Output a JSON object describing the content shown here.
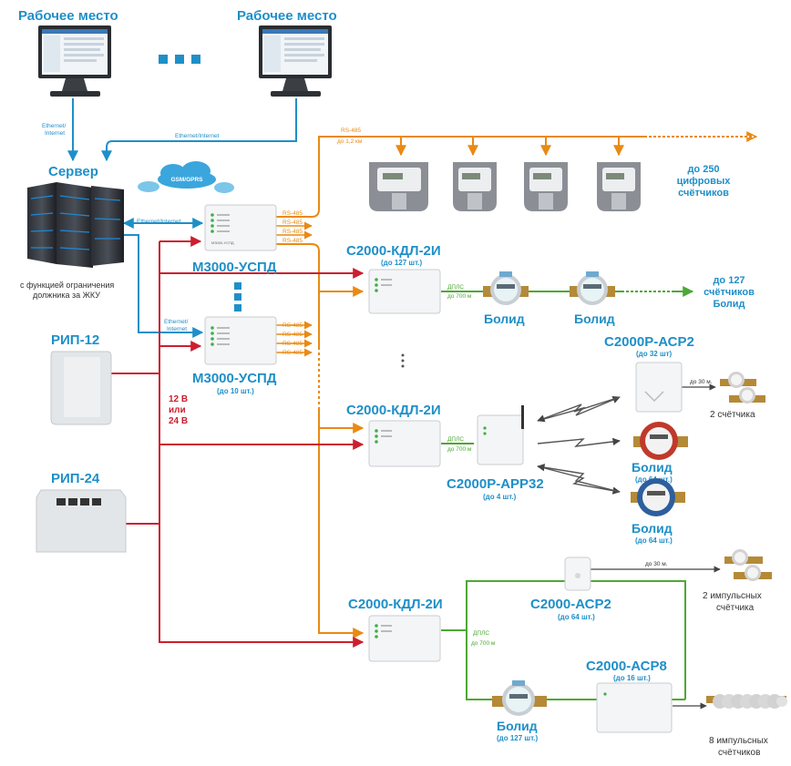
{
  "workstations": {
    "left_label": "Рабочее место",
    "right_label": "Рабочее место"
  },
  "server": {
    "label": "Сервер",
    "caption_line1": "с функцией ограничения",
    "caption_line2": "должника за ЖКУ"
  },
  "links": {
    "ethernet_left_1": "Ethernet/",
    "ethernet_left_2": "Internet",
    "ethernet_right": "Ethernet/Internet",
    "ethernet_server": "Ethernet/Internet",
    "ethernet_m2_1": "Ethernet/",
    "ethernet_m2_2": "Internet",
    "gsm": "GSM/GPRS",
    "rs485_top": "RS-485",
    "rs485_top_range": "до 1,2 км",
    "rs485": "RS-485",
    "dpls": "ДПЛС",
    "dpls_range": "до 700 м",
    "range_30m": "до 30 м."
  },
  "uspd": {
    "name": "М3000-УСПД",
    "name2": "М3000-УСПД",
    "count": "(до 10 шт.)",
    "device_tag": "М3000-УСПД"
  },
  "power": {
    "rip12": "РИП-12",
    "rip24": "РИП-24",
    "voltage_1": "12 В",
    "voltage_2": "или",
    "voltage_3": "24 В"
  },
  "digital_meters": {
    "line1": "до 250",
    "line2": "цифровых",
    "line3": "счётчиков"
  },
  "kdl1": {
    "name": "С2000-КДЛ-2И",
    "count": "(до 127 шт.)",
    "bolid_1": "Болид",
    "bolid_2": "Болид",
    "meters_line1": "до 127",
    "meters_line2": "счётчиков",
    "meters_line3": "Болид"
  },
  "kdl2": {
    "name": "С2000-КДЛ-2И",
    "app32_name": "С2000Р-АРР32",
    "app32_count": "(до 4 шт.)",
    "acp2r_name": "С2000Р-АСР2",
    "acp2r_count": "(до 32 шт)",
    "acp2r_meters": "2 счётчика",
    "bolid_a": "Болид",
    "bolid_a_count": "(до 64 шт.)",
    "bolid_b": "Болид",
    "bolid_b_count": "(до 64 шт.)"
  },
  "kdl3": {
    "name": "С2000-КДЛ-2И",
    "acp2_name": "С2000-АСР2",
    "acp2_count": "(до 64 шт.)",
    "acp2_meters_1": "2 импульсных",
    "acp2_meters_2": "счётчика",
    "acp8_name": "С2000-АСР8",
    "acp8_count": "(до 16 шт.)",
    "acp8_meters_1": "8 импульсных",
    "acp8_meters_2": "счётчиков",
    "bolid": "Болид",
    "bolid_count": "(до 127 шт.)"
  },
  "colors": {
    "blue": "#1f8fc8",
    "orange": "#e98a14",
    "red": "#cc1f2f",
    "green": "#4ea834",
    "dark": "#333333"
  }
}
